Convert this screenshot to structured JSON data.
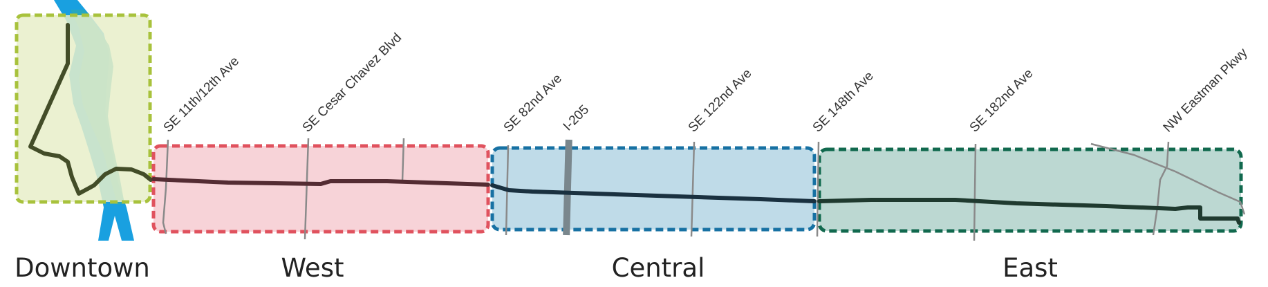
{
  "segments": [
    {
      "name": "Downtown",
      "fill": "#e7efc9",
      "stroke": "#a8c23c"
    },
    {
      "name": "West",
      "fill": "#f7d3d8",
      "stroke": "#e0525e"
    },
    {
      "name": "Central",
      "fill": "#bfdbe8",
      "stroke": "#1771a3"
    },
    {
      "name": "East",
      "fill": "#bcd8d2",
      "stroke": "#11694e"
    }
  ],
  "streets": [
    "SE 11th/12th Ave",
    "SE Cesar Chavez Blvd",
    "SE 82nd Ave",
    "I-205",
    "SE 122nd Ave",
    "SE 148th Ave",
    "SE 182nd Ave",
    "NW Eastman Pkwy"
  ],
  "colors": {
    "river": "#19a0e0",
    "river_inner": "#2aa7bd",
    "route_downtown": "#434d28",
    "route_west": "#542c33",
    "route_central": "#1a3140",
    "route_east": "#1f3a2f",
    "street_line": "#8a8a8a"
  }
}
